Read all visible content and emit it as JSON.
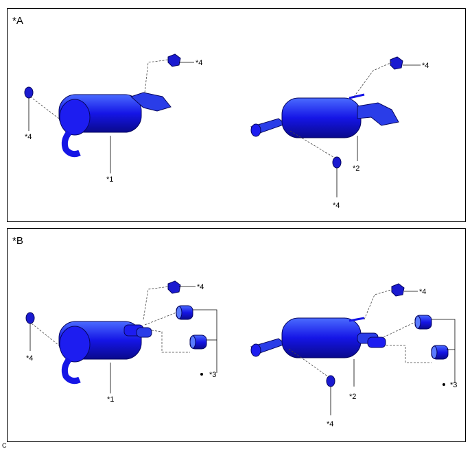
{
  "panels": [
    {
      "label": "*A",
      "callouts": {
        "c1": "*1",
        "c2": "*2",
        "c4a": "*4",
        "c4b": "*4",
        "c4c": "*4",
        "c4d": "*4"
      }
    },
    {
      "label": "*B",
      "callouts": {
        "c1": "*1",
        "c2": "*2",
        "c3a": "*3",
        "c3b": "*3",
        "c4a": "*4",
        "c4b": "*4",
        "c4c": "*4",
        "c4d": "*4"
      }
    }
  ],
  "footer_code": "C",
  "colors": {
    "part_fill": "#1515e6",
    "part_dark": "#0a0a8c",
    "part_light": "#5a7bff"
  },
  "icons": [
    "muffler",
    "hanger-bracket",
    "exhaust-pipe",
    "tail-pipe",
    "rubber-mount"
  ]
}
